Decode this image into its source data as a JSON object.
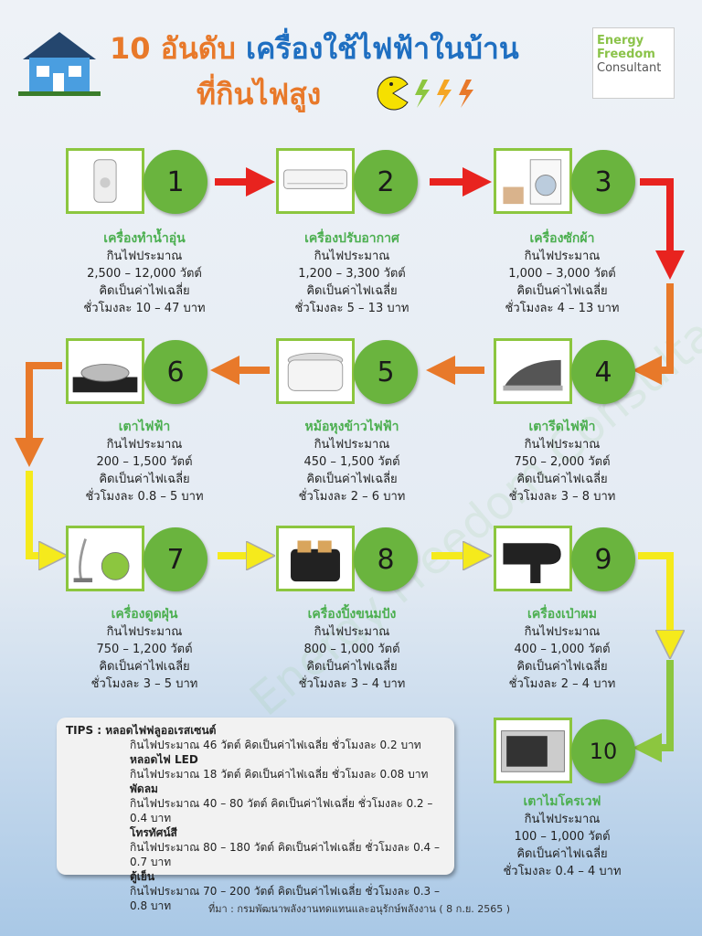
{
  "title": {
    "line1_number": "10 อันดับ",
    "line1_rest": "เครื่องใช้ไฟฟ้าในบ้าน",
    "line2": "ที่กินไฟสูง"
  },
  "logo": {
    "line1": "Energy",
    "line2": "Freedom",
    "line3": "Consultant"
  },
  "watermark": "Energy Freedom Consultant",
  "labels": {
    "uses": "กินไฟประมาณ",
    "avg": "คิดเป็นค่าไฟเฉลี่ย"
  },
  "items": [
    {
      "rank": "1",
      "name": "เครื่องทำน้ำอุ่น",
      "watts": "2,500 – 12,000 วัตต์",
      "cost": "ชั่วโมงละ 10 – 47 บาท",
      "icon": "water-heater"
    },
    {
      "rank": "2",
      "name": "เครื่องปรับอากาศ",
      "watts": "1,200 – 3,300 วัตต์",
      "cost": "ชั่วโมงละ 5 – 13 บาท",
      "icon": "air-conditioner"
    },
    {
      "rank": "3",
      "name": "เครื่องซักผ้า",
      "watts": "1,000 – 3,000 วัตต์",
      "cost": "ชั่วโมงละ 4 – 13 บาท",
      "icon": "washing-machine"
    },
    {
      "rank": "4",
      "name": "เตารีดไฟฟ้า",
      "watts": "750 – 2,000 วัตต์",
      "cost": "ชั่วโมงละ 3 – 8 บาท",
      "icon": "iron"
    },
    {
      "rank": "5",
      "name": "หม้อหุงข้าวไฟฟ้า",
      "watts": "450 – 1,500 วัตต์",
      "cost": "ชั่วโมงละ 2 – 6 บาท",
      "icon": "rice-cooker"
    },
    {
      "rank": "6",
      "name": "เตาไฟฟ้า",
      "watts": "200 – 1,500 วัตต์",
      "cost": "ชั่วโมงละ 0.8 – 5 บาท",
      "icon": "electric-stove"
    },
    {
      "rank": "7",
      "name": "เครื่องดูดฝุ่น",
      "watts": "750 – 1,200 วัตต์",
      "cost": "ชั่วโมงละ 3 – 5 บาท",
      "icon": "vacuum-cleaner"
    },
    {
      "rank": "8",
      "name": "เครื่องปิ้งขนมปัง",
      "watts": "800 – 1,000 วัตต์",
      "cost": "ชั่วโมงละ 3 – 4 บาท",
      "icon": "toaster"
    },
    {
      "rank": "9",
      "name": "เครื่องเป่าผม",
      "watts": "400 – 1,000 วัตต์",
      "cost": "ชั่วโมงละ 2 – 4 บาท",
      "icon": "hair-dryer"
    },
    {
      "rank": "10",
      "name": "เตาไมโครเวฟ",
      "watts": "100 – 1,000 วัตต์",
      "cost": "ชั่วโมงละ 0.4 – 4 บาท",
      "icon": "microwave"
    }
  ],
  "tips": {
    "label": "TIPS :",
    "items": [
      {
        "name": "หลอดไฟฟลูออเรสเซนต์",
        "detail": "กินไฟประมาณ 46 วัตต์ คิดเป็นค่าไฟเฉลี่ย ชั่วโมงละ 0.2 บาท"
      },
      {
        "name": "หลอดไฟ LED",
        "detail": "กินไฟประมาณ 18 วัตต์ คิดเป็นค่าไฟเฉลี่ย ชั่วโมงละ 0.08 บาท"
      },
      {
        "name": "พัดลม",
        "detail": "กินไฟประมาณ 40 – 80 วัตต์ คิดเป็นค่าไฟเฉลี่ย ชั่วโมงละ 0.2 – 0.4 บาท"
      },
      {
        "name": "โทรทัศน์สี",
        "detail": "กินไฟประมาณ 80 – 180 วัตต์ คิดเป็นค่าไฟเฉลี่ย ชั่วโมงละ 0.4 – 0.7 บาท"
      },
      {
        "name": "ตู้เย็น",
        "detail": "กินไฟประมาณ 70 – 200 วัตต์ คิดเป็นค่าไฟเฉลี่ย ชั่วโมงละ 0.3 – 0.8 บาท"
      }
    ]
  },
  "source": "ที่มา : กรมพัฒนาพลังงานทดแทนและอนุรักษ์พลังงาน ( 8 ก.ย. 2565 )",
  "colors": {
    "arrow_row1": "#e8231f",
    "arrow_row2": "#e8792a",
    "arrow_row3": "#f5ea1c",
    "arrow_last": "#8cc63f",
    "circle": "#6ab43e",
    "name": "#4caf50"
  }
}
